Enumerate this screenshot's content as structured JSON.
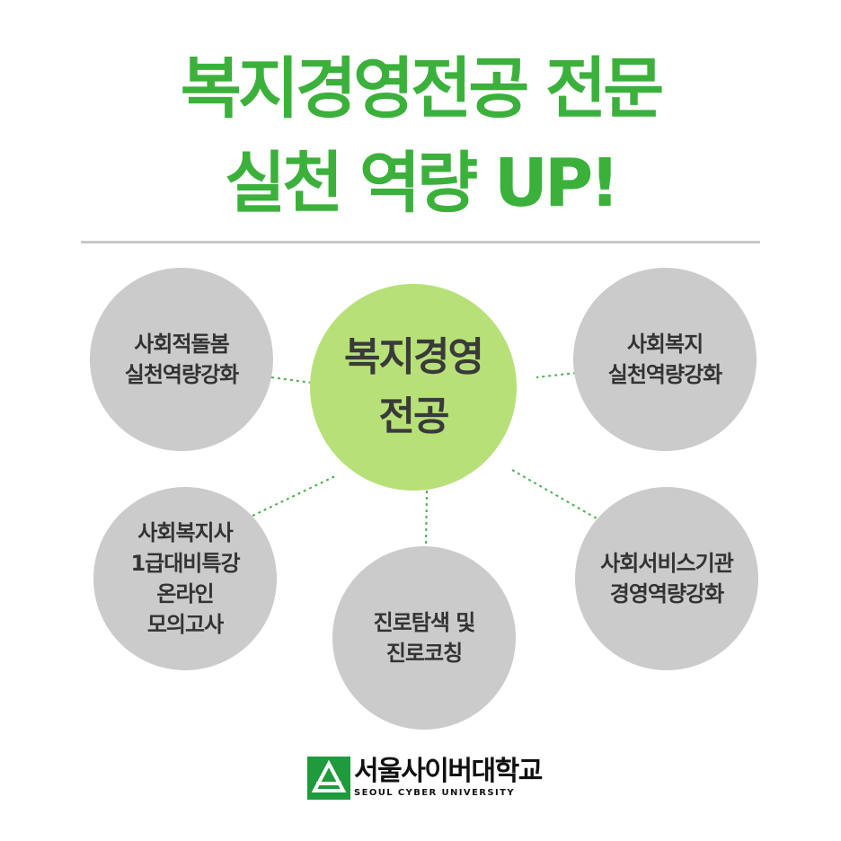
{
  "headline": {
    "line1": "복지경영전공 전문",
    "line2": "실천 역량 UP!"
  },
  "center_node": {
    "lines": [
      "복지경영",
      "전공"
    ]
  },
  "nodes": [
    {
      "lines": [
        "사회적돌봄",
        "실천역량강화"
      ]
    },
    {
      "lines": [
        "사회복지",
        "실천역량강화"
      ]
    },
    {
      "lines": [
        "사회복지사",
        "1급대비특강",
        "온라인",
        "모의고사"
      ]
    },
    {
      "lines": [
        "진로탐색 및",
        "진로코칭"
      ]
    },
    {
      "lines": [
        "사회서비스기관",
        "경영역량강화"
      ]
    }
  ],
  "logo": {
    "name": "서울사이버대학교",
    "sub": "SEOUL CYBER UNIVERSITY",
    "icon": "university-emblem-icon"
  },
  "colors": {
    "headline": "#3bb13b",
    "center_fill": "#b7e178",
    "outer_fill": "#cbcbcb",
    "connector": "#4caf50",
    "logo_green": "#1f9a3c"
  }
}
